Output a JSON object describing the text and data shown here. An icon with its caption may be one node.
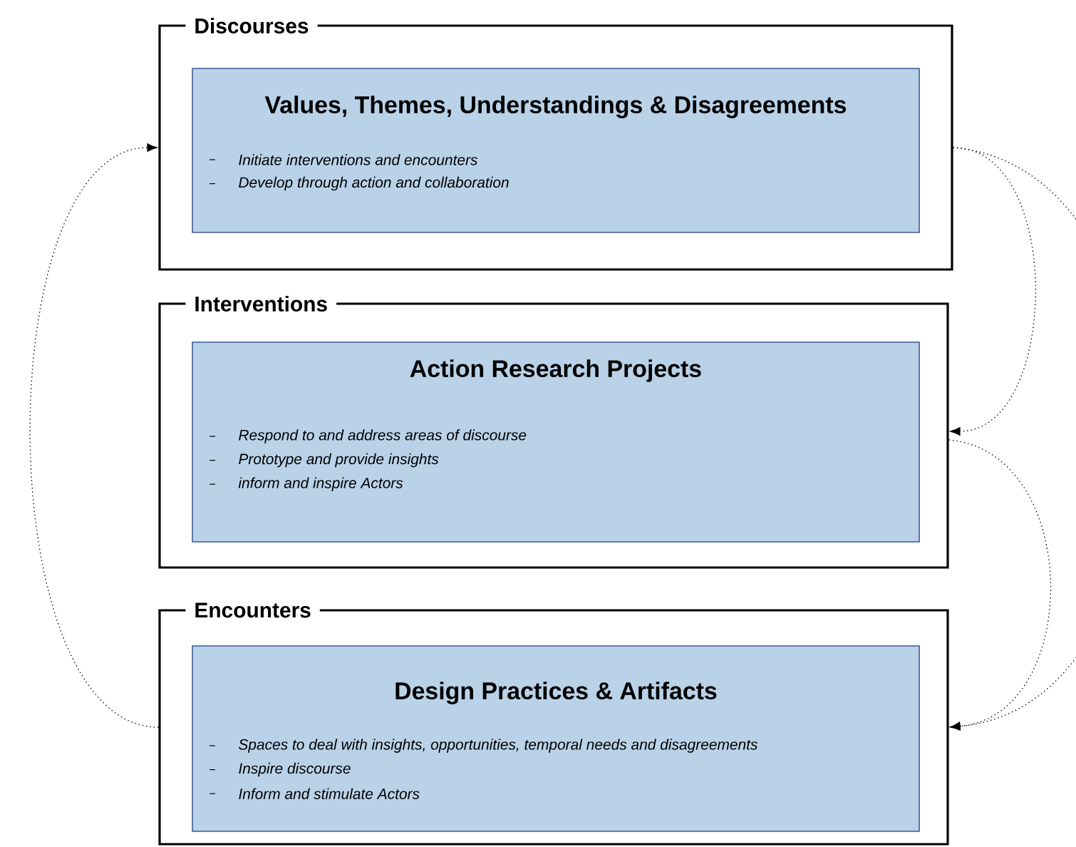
{
  "diagram": {
    "nodes": [
      {
        "text": [
          "Discourses"
        ]
      },
      {
        "text": [
          "Values, Themes, Understandings  & Disagreements",
          "Initiate interventions and encounters",
          "Develop through action and collaboration"
        ],
        "in": 0
      },
      {
        "text": [
          "Interventions"
        ]
      },
      {
        "text": [
          "Action Research Projects",
          "Respond to and address areas of discourse",
          "Prototype and provide insights",
          "inform and inspire Actors"
        ],
        "in": 2
      },
      {
        "text": [
          "Encounters"
        ]
      },
      {
        "text": [
          "Design Practices & Artifacts",
          "Spaces to deal with insights, opportunities, temporal needs and disagreements",
          "Inspire discourse",
          "Inform and stimulate Actors"
        ],
        "in": 4
      }
    ],
    "edges": [
      {
        "from": 0,
        "to": 2,
        "arrow": "to"
      },
      {
        "from": 0,
        "to": 4,
        "arrow": "to"
      },
      {
        "from": 2,
        "to": 4,
        "arrow": "to"
      },
      {
        "from": 4,
        "to": 0,
        "arrow": "to"
      }
    ]
  }
}
